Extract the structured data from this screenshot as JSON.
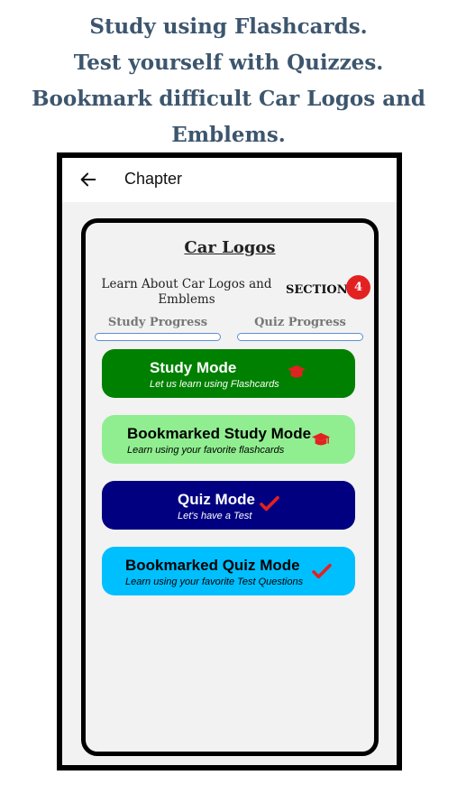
{
  "promo": {
    "lines": [
      "Study using Flashcards.",
      "Test yourself with Quizzes.",
      "Bookmark difficult Car Logos and",
      "Emblems."
    ]
  },
  "appbar": {
    "title": "Chapter"
  },
  "chapter": {
    "title": "Car Logos",
    "description": "Learn About Car Logos and Emblems",
    "section_label": "SECTION",
    "section_number": "4",
    "study_progress_label": "Study Progress",
    "quiz_progress_label": "Quiz Progress"
  },
  "modes": [
    {
      "title": "Study Mode",
      "subtitle": "Let us learn using Flashcards",
      "color": "#008000",
      "text_color": "#ffffff",
      "icon": "graduation-cap-icon"
    },
    {
      "title": "Bookmarked Study Mode",
      "subtitle": "Learn using your favorite flashcards",
      "color": "#90ee90",
      "text_color": "#000000",
      "icon": "graduation-cap-icon"
    },
    {
      "title": "Quiz Mode",
      "subtitle": "Let's have a Test",
      "color": "#000080",
      "text_color": "#ffffff",
      "icon": "checkmark-icon"
    },
    {
      "title": "Bookmarked Quiz Mode",
      "subtitle": "Learn using your favorite Test Questions",
      "color": "#00bfff",
      "text_color": "#000000",
      "icon": "checkmark-icon"
    }
  ],
  "colors": {
    "promo_text": "#3d566e",
    "badge": "#e32121",
    "progress_border": "#5b8fd4",
    "icon_red": "#e32121"
  }
}
